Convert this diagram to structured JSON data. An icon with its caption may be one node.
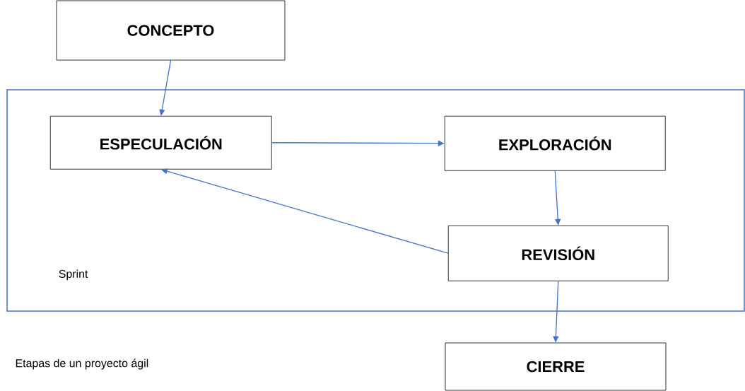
{
  "diagram": {
    "caption": "Etapas de un proyecto ágil",
    "nodes": [
      {
        "text": [
          "CONCEPTO"
        ]
      },
      {
        "text": [
          "Sprint"
        ]
      },
      {
        "text": [
          "ESPECULACIÓN"
        ],
        "in": 1
      },
      {
        "text": [
          "EXPLORACIÓN"
        ],
        "in": 1
      },
      {
        "text": [
          "REVISIÓN"
        ],
        "in": 1
      },
      {
        "text": [
          "CIERRE"
        ]
      }
    ],
    "edges": [
      {
        "from": 0,
        "to": 2,
        "arrow": "to"
      },
      {
        "from": 2,
        "to": 3,
        "arrow": "to"
      },
      {
        "from": 3,
        "to": 4,
        "arrow": "to"
      },
      {
        "from": 4,
        "to": 2,
        "arrow": "to"
      },
      {
        "from": 4,
        "to": 5,
        "arrow": "to"
      }
    ]
  }
}
